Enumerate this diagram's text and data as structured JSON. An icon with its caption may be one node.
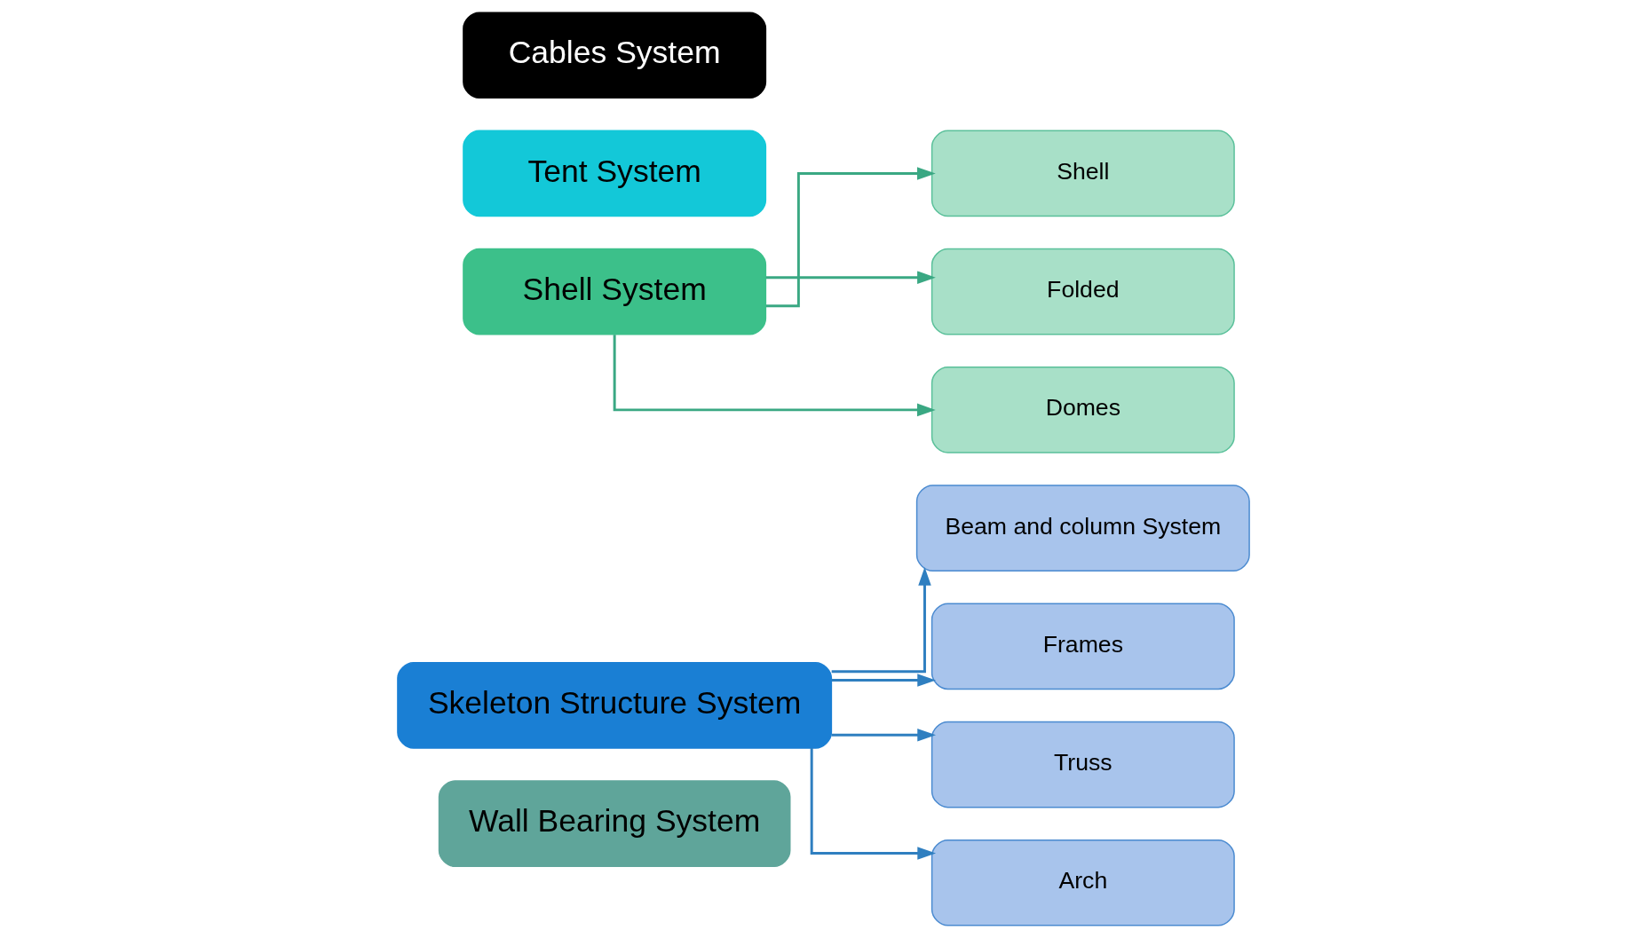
{
  "diagram": {
    "nodes": [
      {
        "text": [
          "Wall Bearing System"
        ]
      },
      {
        "text": [
          "Skeleton Structure System"
        ]
      },
      {
        "text": [
          "Beam and column System"
        ]
      },
      {
        "text": [
          "Frames"
        ]
      },
      {
        "text": [
          "Truss"
        ]
      },
      {
        "text": [
          "Arch"
        ]
      },
      {
        "text": [
          "Shell System"
        ]
      },
      {
        "text": [
          "Shell"
        ]
      },
      {
        "text": [
          "Folded"
        ]
      },
      {
        "text": [
          "Domes"
        ]
      },
      {
        "text": [
          "Tent System"
        ]
      },
      {
        "text": [
          "Cables System"
        ]
      }
    ],
    "edges": [
      {
        "from": 1,
        "to": 2,
        "arrow": "to"
      },
      {
        "from": 1,
        "to": 3,
        "arrow": "to"
      },
      {
        "from": 1,
        "to": 4,
        "arrow": "to"
      },
      {
        "from": 1,
        "to": 5,
        "arrow": "to"
      },
      {
        "from": 6,
        "to": 7,
        "arrow": "to",
        "color": "#3aa883"
      },
      {
        "from": 6,
        "to": 8,
        "arrow": "to",
        "color": "#3aa883"
      },
      {
        "from": 6,
        "to": 9,
        "arrow": "to",
        "color": "#3aa883"
      }
    ]
  }
}
